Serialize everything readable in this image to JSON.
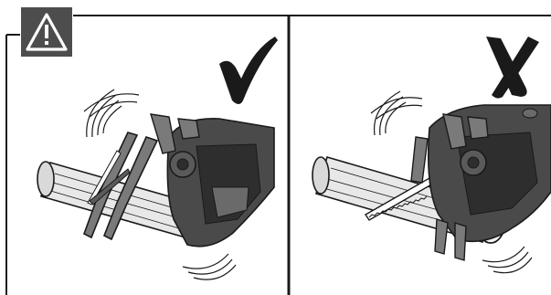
{
  "figure": {
    "warning_icon": "warning-triangle-icon",
    "panels": [
      {
        "id": "correct",
        "mark_icon": "check-mark-icon",
        "tool_icon": "jigsaw-pruner-icon",
        "subject_icon": "log-branch-icon",
        "blade_position": "jaws-open-around-log"
      },
      {
        "id": "incorrect",
        "mark_icon": "cross-mark-icon",
        "tool_icon": "jigsaw-pruner-icon",
        "subject_icon": "log-branch-icon",
        "blade_position": "blade-only-on-log"
      }
    ],
    "colors": {
      "line": "#1a1a1a",
      "warning_box": "#4d4d4d",
      "warning_symbol": "#ffffff",
      "tool_body": "#4a4a4a",
      "tool_body_dark": "#2e2e2e",
      "log_fill": "#e8e8e8",
      "log_shade": "#c4c4c4",
      "jaw_fill": "#7a7a7a"
    }
  }
}
